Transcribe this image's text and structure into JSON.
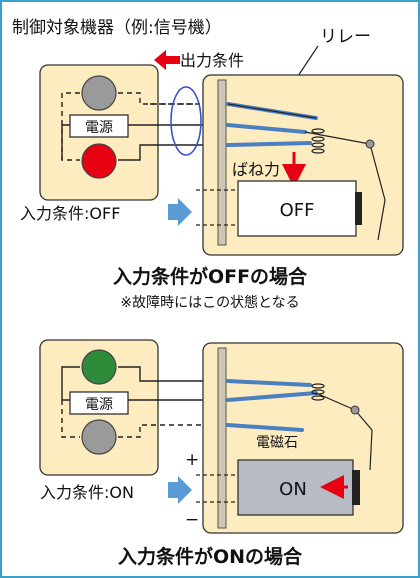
{
  "top": {
    "control_device_label": "制御対象機器（例:信号機）",
    "output_condition_label": "出力条件",
    "relay_label": "リレー",
    "power_label": "電源",
    "spring_force_label": "ばね力",
    "input_condition_label": "入力条件:OFF",
    "coil_state": "OFF",
    "caption_title": "入力条件がOFFの場合",
    "caption_note": "※故障時にはこの状態となる"
  },
  "bottom": {
    "power_label": "電源",
    "electromagnet_label": "電磁石",
    "plus_sign": "+",
    "minus_sign": "−",
    "input_condition_label": "入力条件:ON",
    "coil_state": "ON",
    "caption_title": "入力条件がONの場合"
  },
  "colors": {
    "frame_border": "#3aa1c9",
    "panel_fill": "#fdecc0",
    "lamp_gray": "#9a9a9a",
    "lamp_red": "#e60012",
    "lamp_green": "#2e8b3a",
    "contact_blue": "#4a7fc1",
    "arrow_red": "#e60012",
    "input_arrow_blue": "#5b9bd5",
    "coil_blue_text": "#1f4fa8"
  }
}
